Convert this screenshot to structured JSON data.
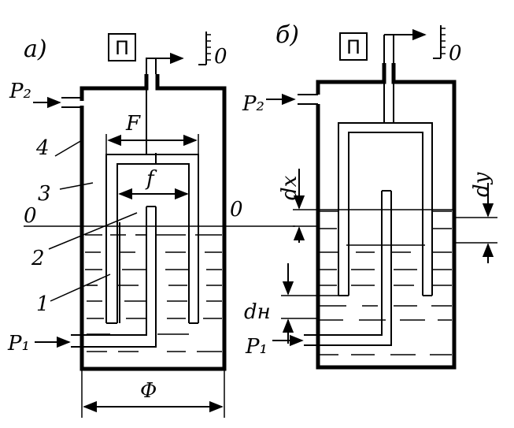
{
  "panel_a": {
    "label": "a)",
    "box_label": "П",
    "scale_zero": "0",
    "p2": "P₂",
    "p1": "P₁",
    "F": "F",
    "f": "f",
    "phi": "Φ",
    "level_left": "0",
    "level_right": "0",
    "numbers": [
      "4",
      "3",
      "2",
      "1"
    ]
  },
  "panel_b": {
    "label": "б)",
    "box_label": "П",
    "scale_zero": "0",
    "p2": "P₂",
    "p1": "P₁",
    "dx": "dx",
    "dy": "dy",
    "dH": "dн"
  }
}
